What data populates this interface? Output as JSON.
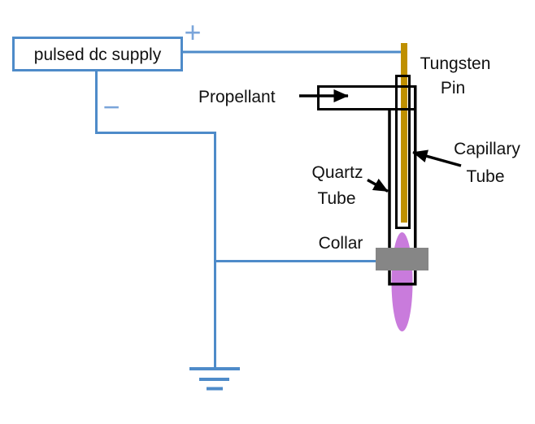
{
  "diagram": {
    "supply_box": {
      "label": "pulsed dc supply"
    },
    "polarity": {
      "positive": "+",
      "negative": "−"
    },
    "labels": {
      "tungsten_pin_line1": "Tungsten",
      "tungsten_pin_line2": "Pin",
      "propellant": "Propellant",
      "capillary_tube_line1": "Capillary",
      "capillary_tube_line2": "Tube",
      "quartz_tube_line1": "Quartz",
      "quartz_tube_line2": "Tube",
      "collar": "Collar"
    },
    "colors": {
      "wire_blue": "#4E8BC9",
      "polarity_blue": "#7AA5DA",
      "tungsten_gold": "#BF9000",
      "collar_gray": "#868686",
      "plasma_purple": "#C97BDC",
      "outline_black": "#000000"
    }
  }
}
